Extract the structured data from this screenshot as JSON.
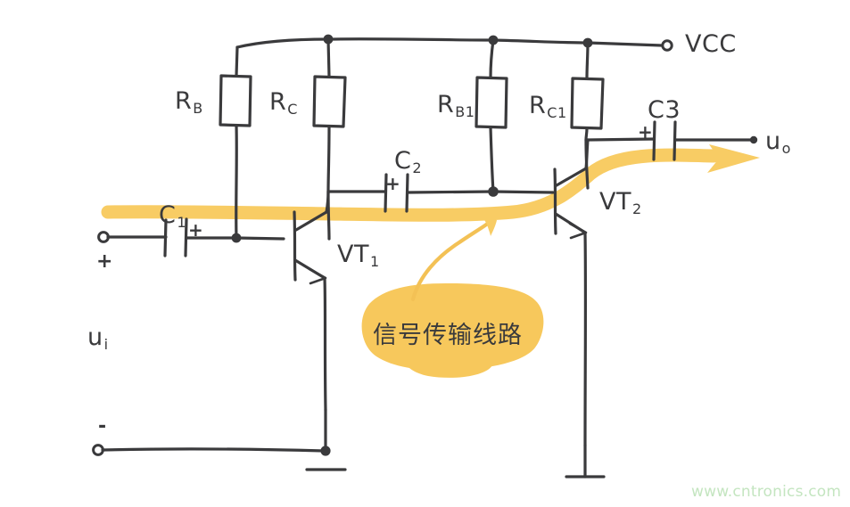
{
  "diagram": {
    "title": "Two-stage transistor amplifier circuit",
    "style": "hand-drawn sketch",
    "background_color": "#ffffff",
    "ink_color": "#3a3a3c",
    "highlight_color": "#f8cc64"
  },
  "labels": {
    "r_b": {
      "base": "R",
      "sub": "B"
    },
    "r_c": {
      "base": "R",
      "sub": "C"
    },
    "r_b1": {
      "base": "R",
      "sub": "B1"
    },
    "r_c1": {
      "base": "R",
      "sub": "C1"
    },
    "c1": {
      "base": "C",
      "sub": "1"
    },
    "c2": {
      "base": "C",
      "sub": "2"
    },
    "c3": {
      "base": "C3",
      "sub": ""
    },
    "vt1": {
      "base": "VT",
      "sub": "1"
    },
    "vt2": {
      "base": "VT",
      "sub": "2"
    },
    "u_i": {
      "base": "u",
      "sub": "i"
    },
    "u_o": {
      "base": "u",
      "sub": "o"
    },
    "vcc": {
      "base": "VCC",
      "sub": ""
    }
  },
  "polarity": {
    "input_plus": "+",
    "input_minus": "-",
    "c1_plus": "+",
    "c2_plus": "+",
    "c3_plus": "+"
  },
  "annotation": {
    "text": "信号传输线路",
    "meaning": "signal transmission path",
    "color": "#f7c85c"
  },
  "watermark": {
    "text": "www.cntronics.com",
    "color": "#c4e5c0"
  },
  "components": [
    {
      "id": "RB",
      "type": "resistor",
      "label": "R_B"
    },
    {
      "id": "RC",
      "type": "resistor",
      "label": "R_C"
    },
    {
      "id": "RB1",
      "type": "resistor",
      "label": "R_B1"
    },
    {
      "id": "RC1",
      "type": "resistor",
      "label": "R_C1"
    },
    {
      "id": "C1",
      "type": "capacitor-polarized",
      "label": "C_1"
    },
    {
      "id": "C2",
      "type": "capacitor-polarized",
      "label": "C_2"
    },
    {
      "id": "C3",
      "type": "capacitor-polarized",
      "label": "C3"
    },
    {
      "id": "VT1",
      "type": "npn-transistor",
      "label": "VT_1"
    },
    {
      "id": "VT2",
      "type": "npn-transistor",
      "label": "VT_2"
    }
  ],
  "terminals": [
    {
      "id": "vcc-terminal",
      "label": "VCC"
    },
    {
      "id": "input-plus",
      "label": "+"
    },
    {
      "id": "input-minus",
      "label": "-"
    },
    {
      "id": "output-terminal",
      "label": "u_o"
    }
  ]
}
